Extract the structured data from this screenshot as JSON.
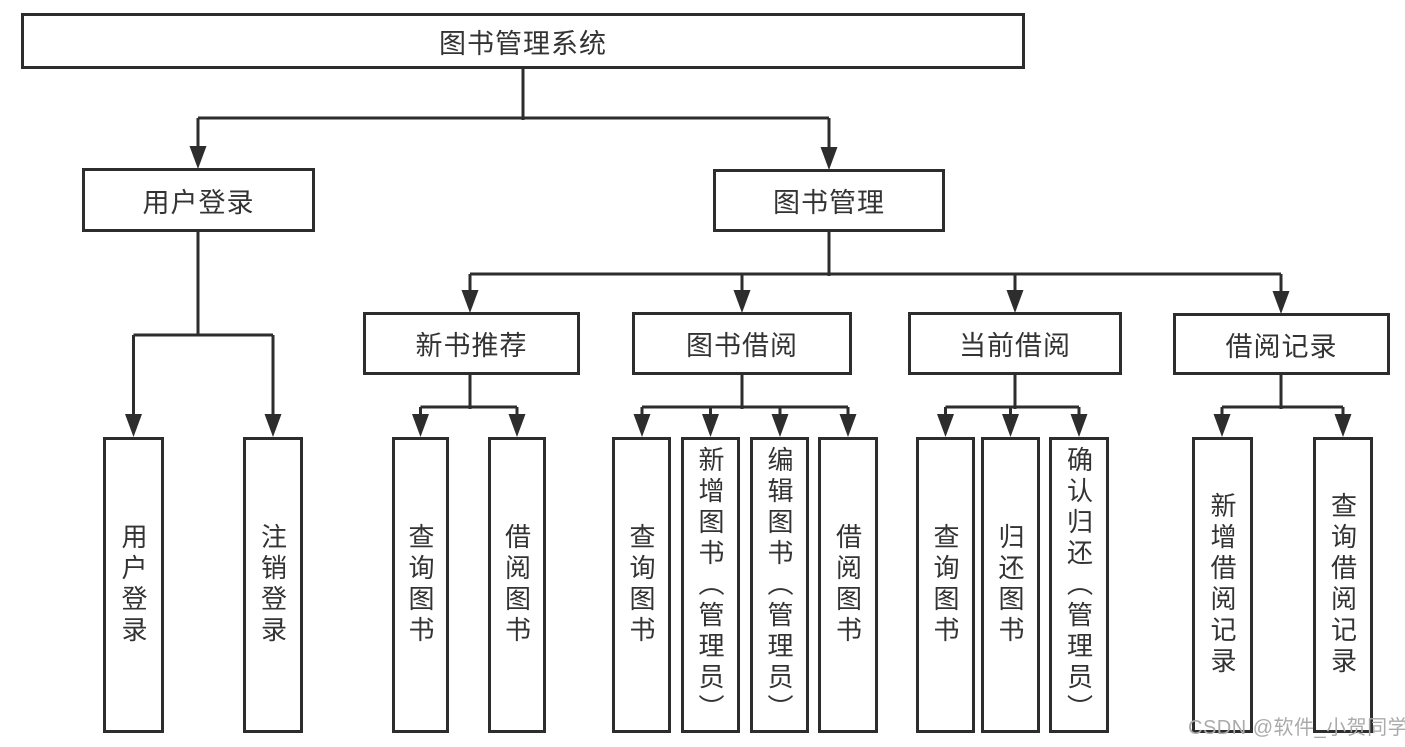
{
  "diagram": {
    "type": "hierarchy",
    "root": {
      "label": "图书管理系统",
      "children": [
        {
          "label": "用户登录",
          "children": [
            {
              "label": "用户登录"
            },
            {
              "label": "注销登录"
            }
          ]
        },
        {
          "label": "图书管理",
          "children": [
            {
              "label": "新书推荐",
              "children": [
                {
                  "label": "查询图书"
                },
                {
                  "label": "借阅图书"
                }
              ]
            },
            {
              "label": "图书借阅",
              "children": [
                {
                  "label": "查询图书"
                },
                {
                  "label": "新增图书（管理员）"
                },
                {
                  "label": "编辑图书（管理员）"
                },
                {
                  "label": "借阅图书"
                }
              ]
            },
            {
              "label": "当前借阅",
              "children": [
                {
                  "label": "查询图书"
                },
                {
                  "label": "归还图书"
                },
                {
                  "label": "确认归还（管理员）"
                }
              ]
            },
            {
              "label": "借阅记录",
              "children": [
                {
                  "label": "新增借阅记录"
                },
                {
                  "label": "查询借阅记录"
                }
              ]
            }
          ]
        }
      ]
    }
  },
  "colors": {
    "line": "#2d2d2d",
    "text": "#333333",
    "watermark": "#ababab",
    "background": "#ffffff"
  },
  "watermark": "CSDN @软件_小贺同学"
}
